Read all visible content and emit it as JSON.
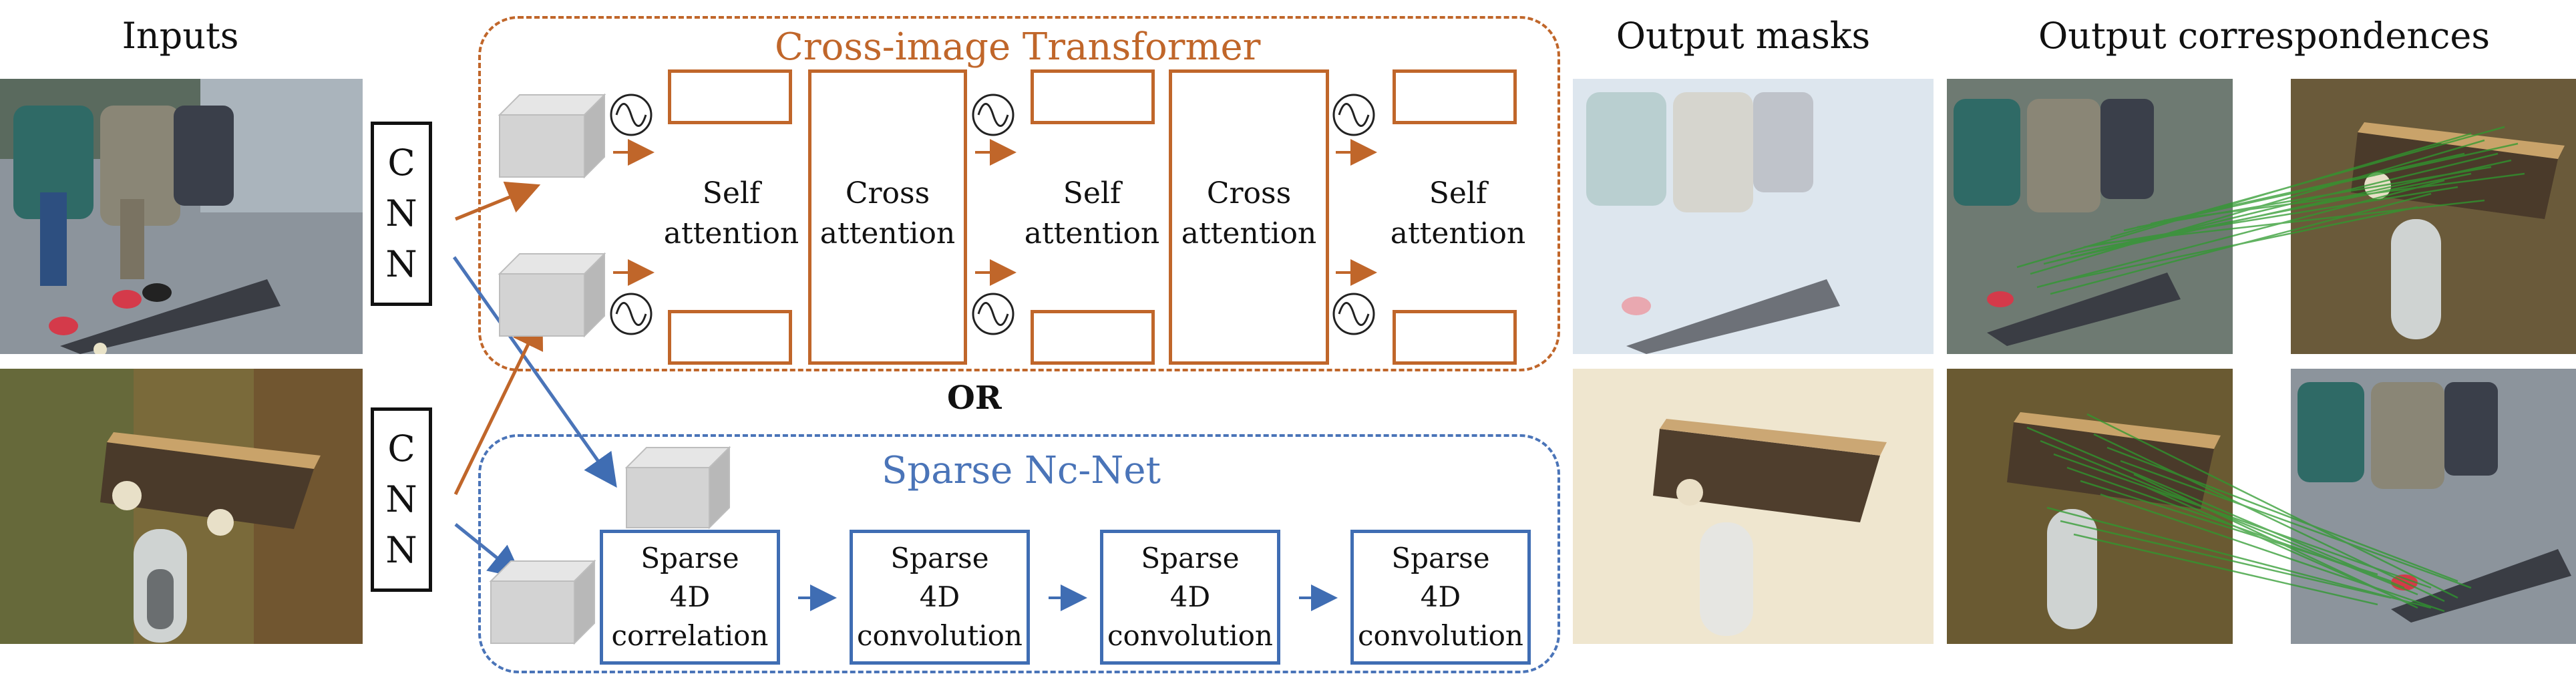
{
  "headings": {
    "inputs": "Inputs",
    "output_masks": "Output masks",
    "output_correspondences": "Output correspondences"
  },
  "cnn": {
    "letters": [
      "C",
      "N",
      "N"
    ]
  },
  "transformer": {
    "title": "Cross-image Transformer",
    "self_attention": "Self\nattention",
    "cross_attention": "Cross\nattention",
    "color": "#c0662a"
  },
  "or_label": "OR",
  "ncnet": {
    "title": "Sparse Nc-Net",
    "blocks": [
      "Sparse\n4D\ncorrelation",
      "Sparse\n4D\nconvolution",
      "Sparse\n4D\nconvolution",
      "Sparse\n4D\nconvolution"
    ],
    "color": "#4a74b8"
  },
  "colors": {
    "correspondence_lines": "#2e9a2e",
    "feature_cube": "#cfcfcf"
  },
  "icons": {
    "positional_encoding": "sine-wave-circle-icon",
    "feature_map": "cube-icon"
  }
}
